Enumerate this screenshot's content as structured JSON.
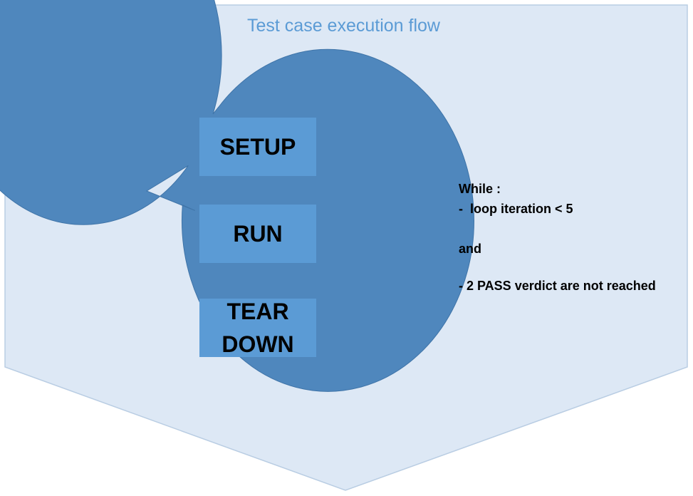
{
  "diagram": {
    "title": "Test case execution flow",
    "steps": [
      {
        "label": "SETUP"
      },
      {
        "label": "RUN"
      },
      {
        "label_line1": "TEAR",
        "label_line2": "DOWN"
      }
    ],
    "condition": {
      "heading": "While :",
      "line1": "-  loop iteration < 5",
      "joiner": "and",
      "line2": "- 2 PASS verdict are not reached"
    }
  },
  "colors": {
    "background_shape": "#dde8f5",
    "background_border": "#b9cde3",
    "loop_arrow": "#4f87bd",
    "step_box": "#5b9bd5",
    "title": "#5b9bd5"
  }
}
